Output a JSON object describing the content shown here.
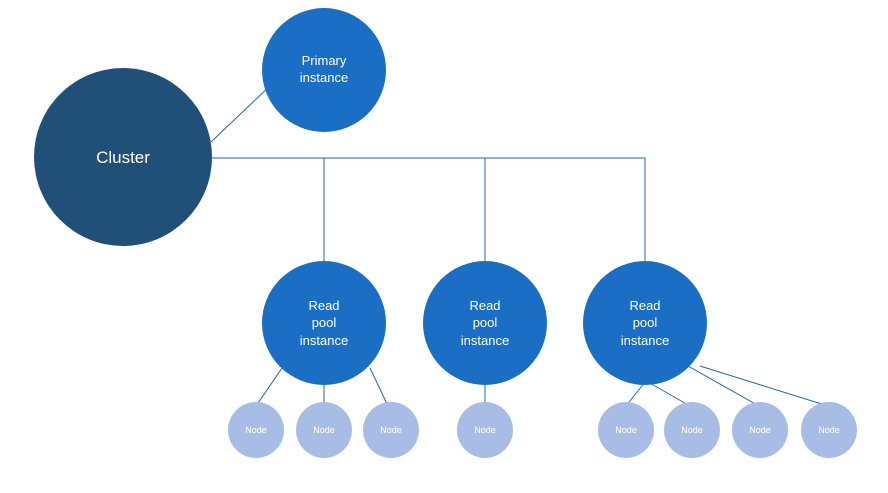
{
  "colors": {
    "cluster": "#204f78",
    "instance": "#1a6fc4",
    "node": "#a7bde6",
    "line": "#1f66b3",
    "text": "#ffffff"
  },
  "cluster": {
    "label": "Cluster"
  },
  "primary": {
    "line1": "Primary",
    "line2": "instance"
  },
  "read_pools": [
    {
      "line1": "Read",
      "line2": "pool",
      "line3": "instance",
      "nodes": [
        {
          "label": "Node"
        },
        {
          "label": "Node"
        },
        {
          "label": "Node"
        }
      ]
    },
    {
      "line1": "Read",
      "line2": "pool",
      "line3": "instance",
      "nodes": [
        {
          "label": "Node"
        }
      ]
    },
    {
      "line1": "Read",
      "line2": "pool",
      "line3": "instance",
      "nodes": [
        {
          "label": "Node"
        },
        {
          "label": "Node"
        },
        {
          "label": "Node"
        },
        {
          "label": "Node"
        }
      ]
    }
  ]
}
